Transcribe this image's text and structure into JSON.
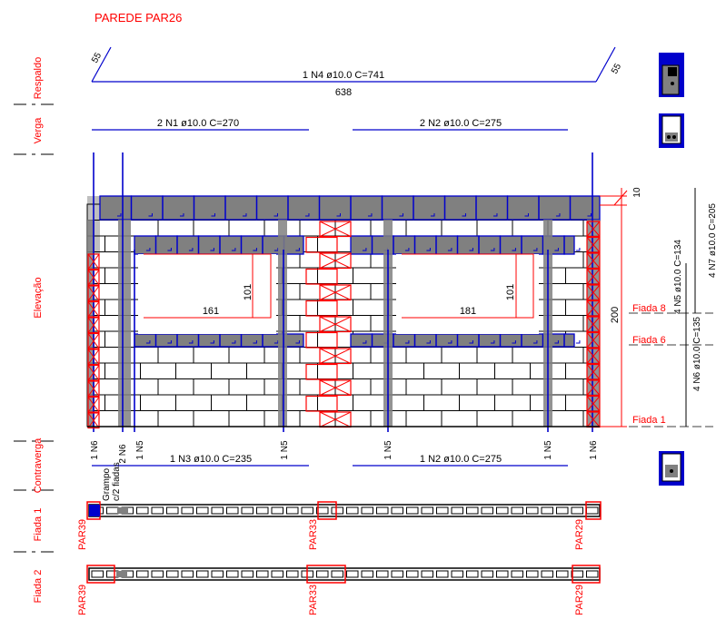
{
  "title": "PAREDE PAR26",
  "colors": {
    "red": "#ff0000",
    "blue": "#0000cc",
    "black": "#000000",
    "grout_gray": "#808080",
    "light_gray": "#bfbfbf",
    "navy": "#000080"
  },
  "side_labels": {
    "respaldo": "Respaldo",
    "verga": "Verga",
    "elevacao": "Elevação",
    "contraverga": "Contraverga",
    "fiada1": "Fiada 1",
    "fiada2": "Fiada 2"
  },
  "respaldo": {
    "bar_label": "1 N4 ø10.0 C=741",
    "length_label": "638",
    "hook_left": "55",
    "hook_right": "55"
  },
  "verga": {
    "left_bar": "2 N1 ø10.0 C=270",
    "right_bar": "2 N2 ø10.0 C=275"
  },
  "elevation": {
    "dim_top": "10",
    "height_dim": "200",
    "opening_left_width": "161",
    "opening_left_height": "101",
    "opening_right_width": "181",
    "opening_right_height": "101",
    "vertical_bars": {
      "n7": "4 N7 ø10.0 C=205",
      "n5": "4 N5 ø10.0 C=134",
      "n6": "4 N6 ø10.0 C=135"
    },
    "fiada_labels": {
      "fiada8": "Fiada 8",
      "fiada6": "Fiada 6",
      "fiada1": "Fiada 1"
    },
    "bottom_bars": [
      "1 N6",
      "2 N6",
      "1 N5",
      "1 N5",
      "1 N5",
      "1 N5",
      "1 N6"
    ]
  },
  "contraverga": {
    "left_bar": "1 N3 ø10.0 C=235",
    "right_bar": "1 N2 ø10.0 C=275",
    "grampo": "Grampo",
    "grampo_sub": "c/2 fiadas"
  },
  "plan_labels": {
    "fiada1": [
      "PAR39",
      "PAR33",
      "PAR29"
    ],
    "fiada2": [
      "PAR39",
      "PAR33",
      "PAR29"
    ]
  }
}
